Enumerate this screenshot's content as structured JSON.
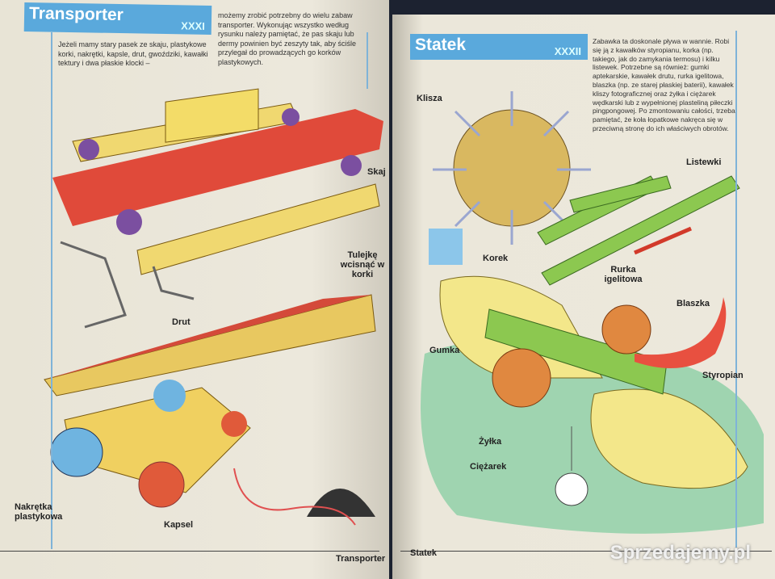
{
  "left_page": {
    "title": "Transporter",
    "number": "XXXI",
    "text_col1": "Jeżeli mamy stary pasek ze skaju, plastykowe korki, nakrętki, kapsle, drut, gwoździki, kawałki tektury i dwa płaskie klocki –",
    "text_col2": "możemy zrobić potrzebny do wielu zabaw transporter. Wykonując wszystko według rysunku należy pamiętać, że pas skaju lub dermy powinien być zeszyty tak, aby ściśle przylegał do prowadzących go korków plastykowych.",
    "labels": {
      "skaj": "Skaj",
      "tulejke": "Tulejkę wcisnąć w korki",
      "drut": "Drut",
      "nakretka": "Nakrętka plastykowa",
      "kapsel": "Kapsel"
    },
    "footer": "Transporter"
  },
  "right_page": {
    "title": "Statek",
    "number": "XXXII",
    "text": "Zabawka ta doskonale pływa w wannie. Robi się ją z kawałków styropianu, korka (np. takiego, jak do zamykania termosu) i kilku listewek. Potrzebne są również: gumki aptekarskie, kawałek drutu, rurka igelitowa, blaszka (np. ze starej płaskiej baterii), kawałek kliszy fotograficznej oraz żyłka i ciężarek wędkarski lub z wypełnionej plasteliną piłeczki pingpongowej. Po zmontowaniu całości, trzeba pamiętać, że koła łopatkowe nakręca się w przeciwną stronę do ich właściwych obrotów.",
    "labels": {
      "klisza": "Klisza",
      "listewki": "Listewki",
      "korek": "Korek",
      "rurka": "Rurka igelitowa",
      "blaszka": "Blaszka",
      "gumka": "Gumka",
      "styropian": "Styropian",
      "zylka": "Żyłka",
      "ciezarek": "Ciężarek"
    },
    "footer": "Statek"
  },
  "watermark": "Sprzedajemy.pl",
  "colors": {
    "title_bar": "#5aa9dc",
    "water": "#9fd4b0",
    "wood": "#f0d870",
    "belt": "#e04a3a"
  }
}
